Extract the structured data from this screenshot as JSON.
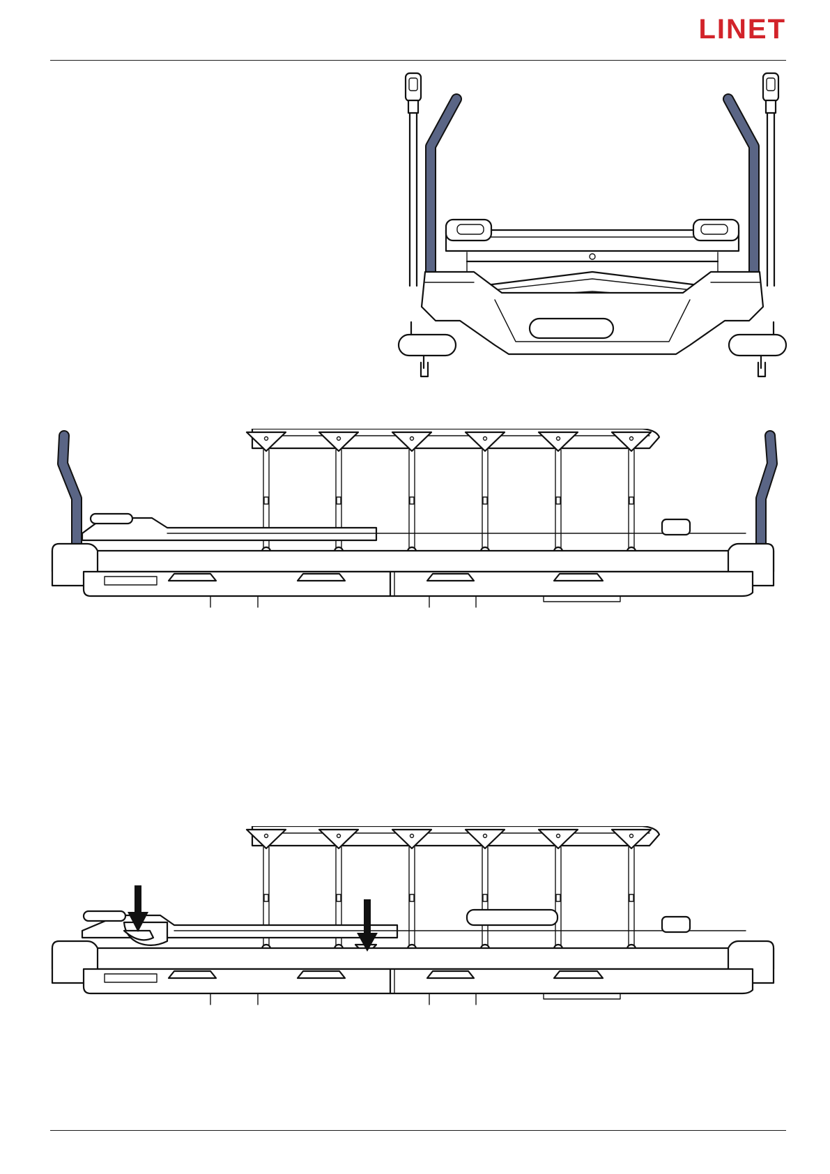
{
  "header": {
    "logo_text": "LINET",
    "logo_color": "#d2232a"
  },
  "colors": {
    "handle": "#5a6585",
    "line": "#111111"
  },
  "figures": [
    {
      "id": "end-view",
      "icon": "bed-end-view-illustration"
    },
    {
      "id": "side-view-1",
      "icon": "bed-side-view-illustration"
    },
    {
      "id": "side-view-2",
      "icon": "bed-side-view-with-arrows-illustration",
      "arrows": 2
    }
  ]
}
